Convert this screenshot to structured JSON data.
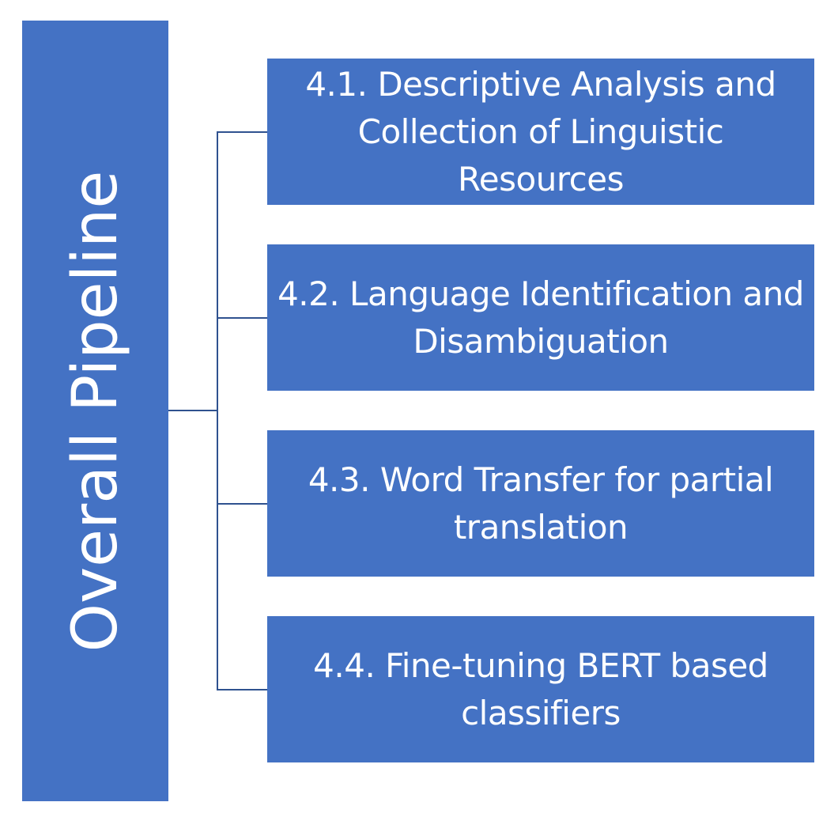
{
  "root": {
    "label": "Overall Pipeline"
  },
  "children": [
    {
      "label": "4.1. Descriptive Analysis and Collection of Linguistic Resources"
    },
    {
      "label": "4.2. Language Identification and Disambiguation"
    },
    {
      "label": "4.3. Word Transfer for partial translation"
    },
    {
      "label": "4.4. Fine-tuning BERT based classifiers"
    }
  ],
  "colors": {
    "box_fill": "#4472C4",
    "connector": "#2F528F",
    "text": "#ffffff"
  }
}
